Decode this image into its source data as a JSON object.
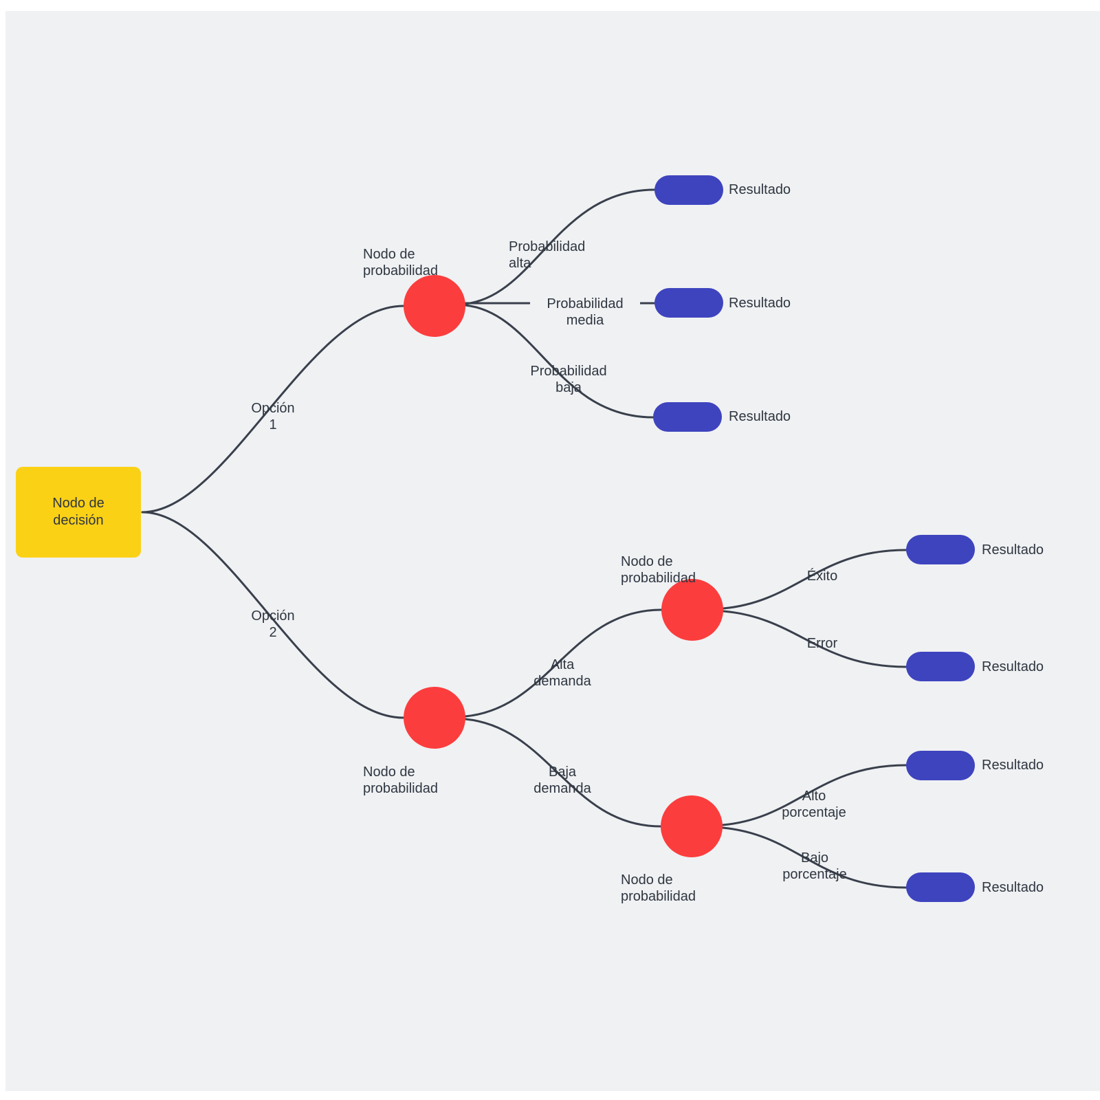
{
  "colors": {
    "canvas_background": "#F0F1F3",
    "page_margin": "#FFFFFF",
    "edge": "#39404C",
    "text": "#2E3640",
    "decision_node_fill": "#FBD116",
    "chance_node_fill": "#FC3D3D",
    "result_node_fill": "#3E44BE"
  },
  "decision_node": {
    "label": "Nodo de decisión"
  },
  "chance_nodes": [
    {
      "label_lines": [
        "Nodo de",
        "probabilidad"
      ]
    },
    {
      "label_lines": [
        "Nodo de",
        "probabilidad"
      ]
    },
    {
      "label_lines": [
        "Nodo de",
        "probabilidad"
      ]
    },
    {
      "label_lines": [
        "Nodo de",
        "probabilidad"
      ]
    }
  ],
  "result_nodes": [
    {
      "label": "Resultado"
    },
    {
      "label": "Resultado"
    },
    {
      "label": "Resultado"
    },
    {
      "label": "Resultado"
    },
    {
      "label": "Resultado"
    },
    {
      "label": "Resultado"
    },
    {
      "label": "Resultado"
    }
  ],
  "edge_labels": {
    "opcion1": [
      "Opción",
      "1"
    ],
    "opcion2": [
      "Opción",
      "2"
    ],
    "prob_alta": [
      "Probabilidad",
      "alta"
    ],
    "prob_media": [
      "Probabilidad",
      "media"
    ],
    "prob_baja": [
      "Probabilidad",
      "baja"
    ],
    "alta_demanda": [
      "Alta",
      "demanda"
    ],
    "baja_demanda": [
      "Baja",
      "demanda"
    ],
    "exito": [
      "Éxito"
    ],
    "error": [
      "Error"
    ],
    "alto_porcentaje": [
      "Alto",
      "porcentaje"
    ],
    "bajo_porcentaje": [
      "Bajo",
      "porcentaje"
    ]
  }
}
